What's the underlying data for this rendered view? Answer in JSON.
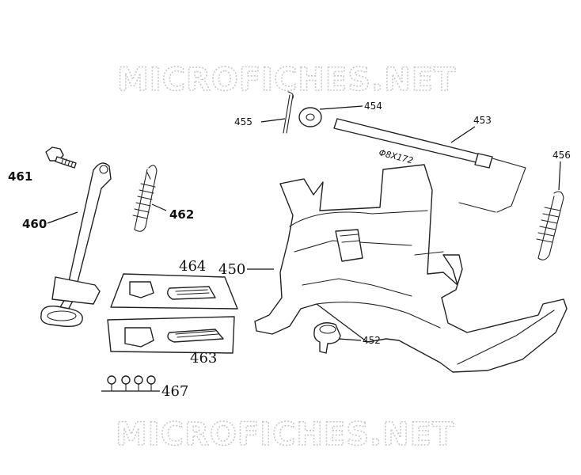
{
  "watermarks": {
    "top": "MICROFICHES.NET",
    "bottom": "MICROFICHES.NET"
  },
  "callouts": {
    "p450": "450",
    "p452": "452",
    "p453": "453",
    "p454": "454",
    "p455": "455",
    "p456": "456",
    "p460": "460",
    "p461": "461",
    "p462": "462",
    "p463": "463",
    "p464": "464",
    "p467": "467"
  },
  "annotations": {
    "shaft_dimension": "Φ8X172"
  }
}
